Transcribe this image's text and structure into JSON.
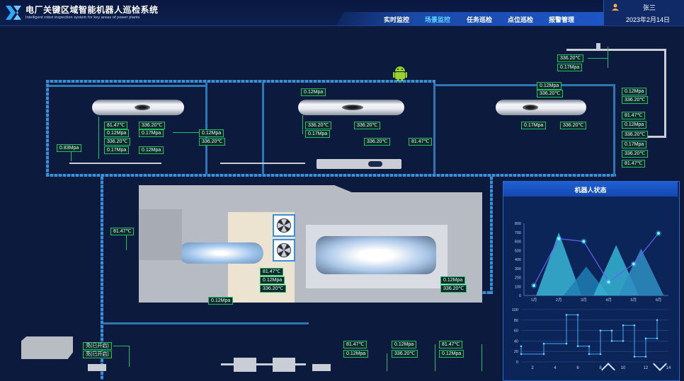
{
  "header": {
    "title": "电厂关键区域智能机器人巡检系统",
    "subtitle": "Intelligent robot inspection system for key areas of power plants",
    "nav": [
      "实时监控",
      "场景监控",
      "任务巡检",
      "点位巡检",
      "报警管理"
    ],
    "active_nav": "场景监控",
    "user": "张三",
    "date": "2023年2月14日"
  },
  "colors": {
    "background": "#0b1a3d",
    "label_border": "#1fbf6a",
    "pipe": "#2f77b3",
    "nav_active": "#5fd3ff",
    "panel": "#0c2558"
  },
  "labels": {
    "tr1": "336.20℃",
    "tr2": "0.17Mpa",
    "tk1": "0.12Mpa",
    "tk2": "336.20℃",
    "r1": "0.12Mpa",
    "r2": "336.20℃",
    "r3": "81.47℃",
    "r4": "0.12Mpa",
    "r5": "336.20℃",
    "r6": "0.17Mpa",
    "r7": "336.20℃",
    "r8": "81.47℃",
    "v1a": "81.47℃",
    "v1b": "336.20℃",
    "v1c": "0.12Mpa",
    "v1d": "0.17Mpa",
    "v1e": "336.20℃",
    "v1f": "0.17Mpa",
    "v1g": "0.12Mpa",
    "v1h": "0.12Mpa",
    "v1i": "336.20℃",
    "v1j": "0.83Mpa",
    "v2a": "0.12Mpa",
    "v2b": "336.20℃",
    "v2c": "336.20℃",
    "v2d": "0.17Mpa",
    "v2e": "336.20℃",
    "v2f": "81.47℃",
    "v3a": "0.17Mpa",
    "v3b": "336.20℃",
    "m1": "81.47℃",
    "m2": "81.47℃",
    "m3": "0.12Mpa",
    "m4": "336.20℃",
    "m5": "0.12Mpa",
    "m6": "0.12Mpa",
    "m7": "336.20℃",
    "b1": "亮(已开启)",
    "b2": "亮(已开启)",
    "b3": "81.47℃",
    "b4": "0.12Mpa",
    "b5": "0.12Mpa",
    "b6": "336.20℃",
    "b7": "81.47℃",
    "b8": "0.12Mpa"
  },
  "panel": {
    "title": "机器人状态"
  },
  "chart_data": [
    {
      "type": "area",
      "y_ticks": [
        0,
        100,
        200,
        300,
        400,
        500,
        600,
        700,
        800
      ],
      "categories": [
        "1月",
        "2月",
        "3月",
        "4月",
        "5月",
        "6月"
      ],
      "ylim": [
        0,
        800
      ],
      "series": [
        {
          "values": [
            110,
            630,
            600,
            150,
            350,
            690
          ]
        }
      ],
      "peaks": [
        {
          "x": 1.0,
          "y": 700,
          "color": "#3ab6d6"
        },
        {
          "x": 2.1,
          "y": 320,
          "color": "#1f7fb4"
        },
        {
          "x": 3.3,
          "y": 560,
          "color": "#36b5d3"
        },
        {
          "x": 4.3,
          "y": 520,
          "color": "#2f8ec2"
        }
      ],
      "grid": false
    },
    {
      "type": "line",
      "x_ticks": [
        2,
        4,
        6,
        8,
        10,
        12,
        14
      ],
      "y_ticks": [
        0,
        20,
        40,
        60,
        80,
        100
      ],
      "xlim": [
        1,
        14
      ],
      "ylim": [
        0,
        100
      ],
      "series": [
        {
          "x": [
            1,
            1,
            3,
            3,
            5,
            5,
            6,
            6,
            7,
            7,
            8,
            8,
            9,
            9,
            10,
            10,
            11,
            11,
            12,
            12,
            13,
            13
          ],
          "y": [
            30,
            15,
            15,
            35,
            35,
            90,
            90,
            30,
            30,
            15,
            15,
            60,
            60,
            40,
            40,
            70,
            70,
            10,
            10,
            45,
            45,
            80
          ]
        }
      ],
      "grid": true
    }
  ]
}
